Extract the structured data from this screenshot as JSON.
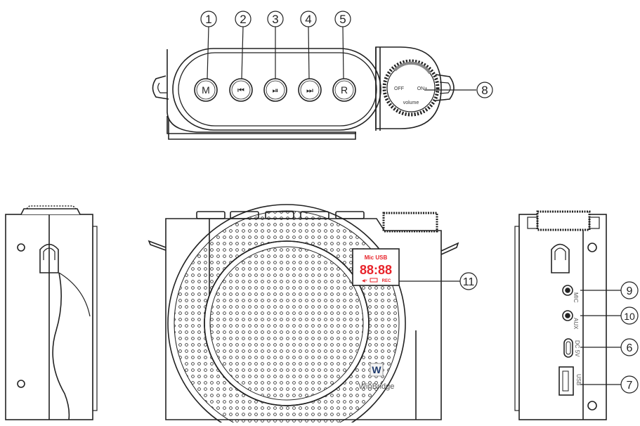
{
  "callouts": {
    "c1": "1",
    "c2": "2",
    "c3": "3",
    "c4": "4",
    "c5": "5",
    "c6": "6",
    "c7": "7",
    "c8": "8",
    "c9": "9",
    "c10": "10",
    "c11": "11"
  },
  "buttons": {
    "mode": "M",
    "prev": "⏮",
    "play": "⏯",
    "next": "⏭",
    "record": "R"
  },
  "knob": {
    "off": "OFF",
    "on": "ON+",
    "label": "volume"
  },
  "display": {
    "top": "Mic USB",
    "digits": "88:88",
    "bottom_rec": "REC",
    "color": "#e8232a"
  },
  "ports": {
    "mic": "MIC",
    "aux": "AUX",
    "dc": "DC 5V",
    "usb": "USB"
  },
  "brand": {
    "logo_letter": "W",
    "name": "WinBridge"
  }
}
